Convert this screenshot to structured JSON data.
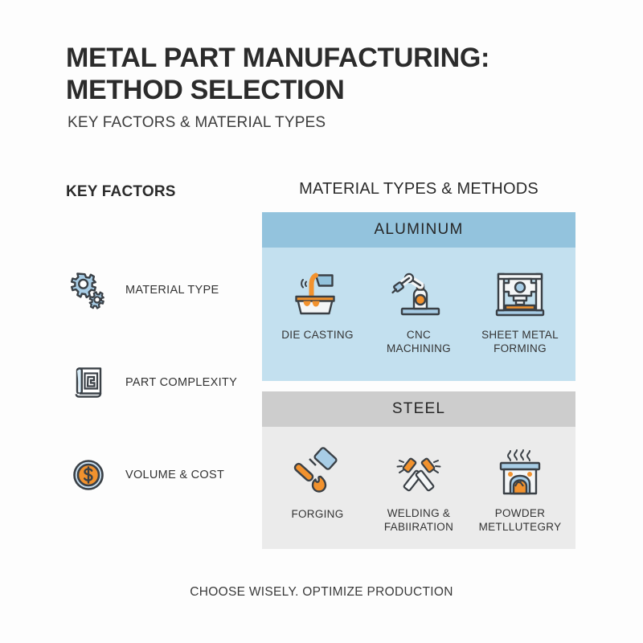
{
  "header": {
    "title_line1": "Metal Part Manufacturing:",
    "title_line2": "Method Selection",
    "subtitle": "Key Factors & Material Types"
  },
  "key_factors": {
    "heading": "Key Factors",
    "items": [
      {
        "label": "Material Type",
        "icon": "gears-icon"
      },
      {
        "label": "Part Complexity",
        "icon": "blueprint-icon"
      },
      {
        "label": "Volume & Cost",
        "icon": "dollar-coin-icon"
      }
    ]
  },
  "materials": {
    "heading": "Material Types & Methods",
    "panels": [
      {
        "name": "Aluminum",
        "header_color": "#93c3dd",
        "body_color": "#c3e0ef",
        "methods": [
          {
            "label": "Die Casting",
            "icon": "die-casting-icon"
          },
          {
            "label": "CNC\nMachining",
            "icon": "cnc-robot-arm-icon"
          },
          {
            "label": "Sheet Metal\nForming",
            "icon": "stamping-press-icon"
          }
        ]
      },
      {
        "name": "Steel",
        "header_color": "#cdcdcd",
        "body_color": "#ebebeb",
        "methods": [
          {
            "label": "Forging",
            "icon": "hammer-flame-icon"
          },
          {
            "label": "Welding &\nFabiiration",
            "icon": "welding-torches-icon"
          },
          {
            "label": "Powder\nMetllutegry",
            "icon": "sintering-furnace-icon"
          }
        ]
      }
    ]
  },
  "footer": {
    "tagline": "Choose Wisely. Optimize Production"
  },
  "colors": {
    "accent_blue": "#93c3dd",
    "accent_orange": "#f2922e",
    "icon_stroke": "#3a4046",
    "text_dark": "#2b2b2b"
  }
}
